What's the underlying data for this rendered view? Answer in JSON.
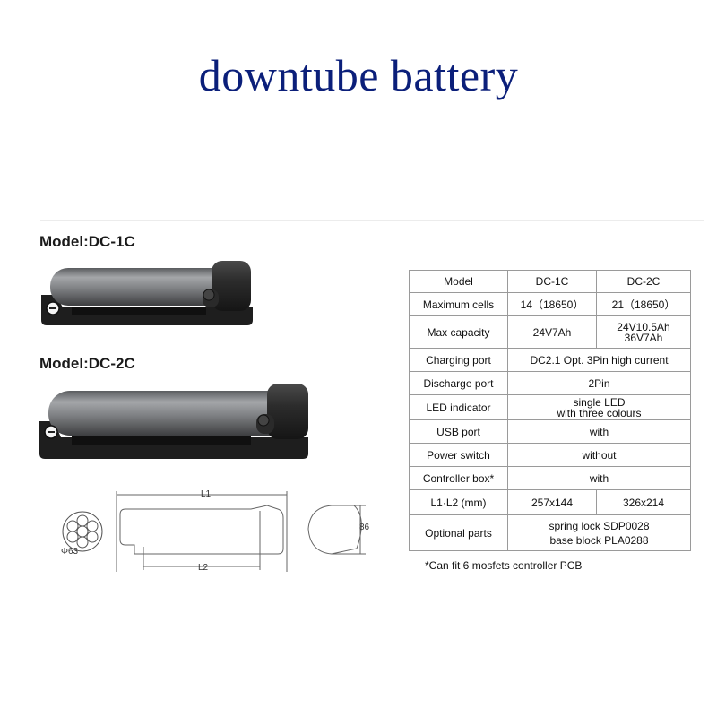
{
  "title": "downtube battery",
  "models": [
    {
      "label": "Model:DC-1C"
    },
    {
      "label": "Model:DC-2C"
    }
  ],
  "drawing": {
    "l1": "L1",
    "l2": "L2",
    "phi": "Φ63",
    "height": "86"
  },
  "table": {
    "header": {
      "key": "Model",
      "c1": "DC-1C",
      "c2": "DC-2C"
    },
    "rows": [
      {
        "key": "Maximum cells",
        "c1": "14（18650）",
        "c2": "21（18650）"
      },
      {
        "key": "Max capacity",
        "c1": "24V7Ah",
        "c2a": "24V10.5Ah",
        "c2b": "36V7Ah"
      },
      {
        "key": "Charging port",
        "span": "DC2.1  Opt. 3Pin high current"
      },
      {
        "key": "Discharge port",
        "span": "2Pin"
      },
      {
        "key": "LED indicator",
        "spana": "single LED",
        "spanb": "with three colours"
      },
      {
        "key": "USB port",
        "span": "with"
      },
      {
        "key": "Power switch",
        "span": "without"
      },
      {
        "key": "Controller box*",
        "span": "with"
      },
      {
        "key": "L1·L2 (mm)",
        "c1": "257x144",
        "c2": "326x214"
      },
      {
        "key": "Optional parts",
        "spana": "spring lock SDP0028",
        "spanb": "base block PLA0288"
      }
    ],
    "footnote": "*Can fit 6 mosfets controller PCB"
  },
  "colors": {
    "title": "#0b1f7a",
    "tube": "#7d7f82",
    "cap": "#2b2b2b"
  }
}
